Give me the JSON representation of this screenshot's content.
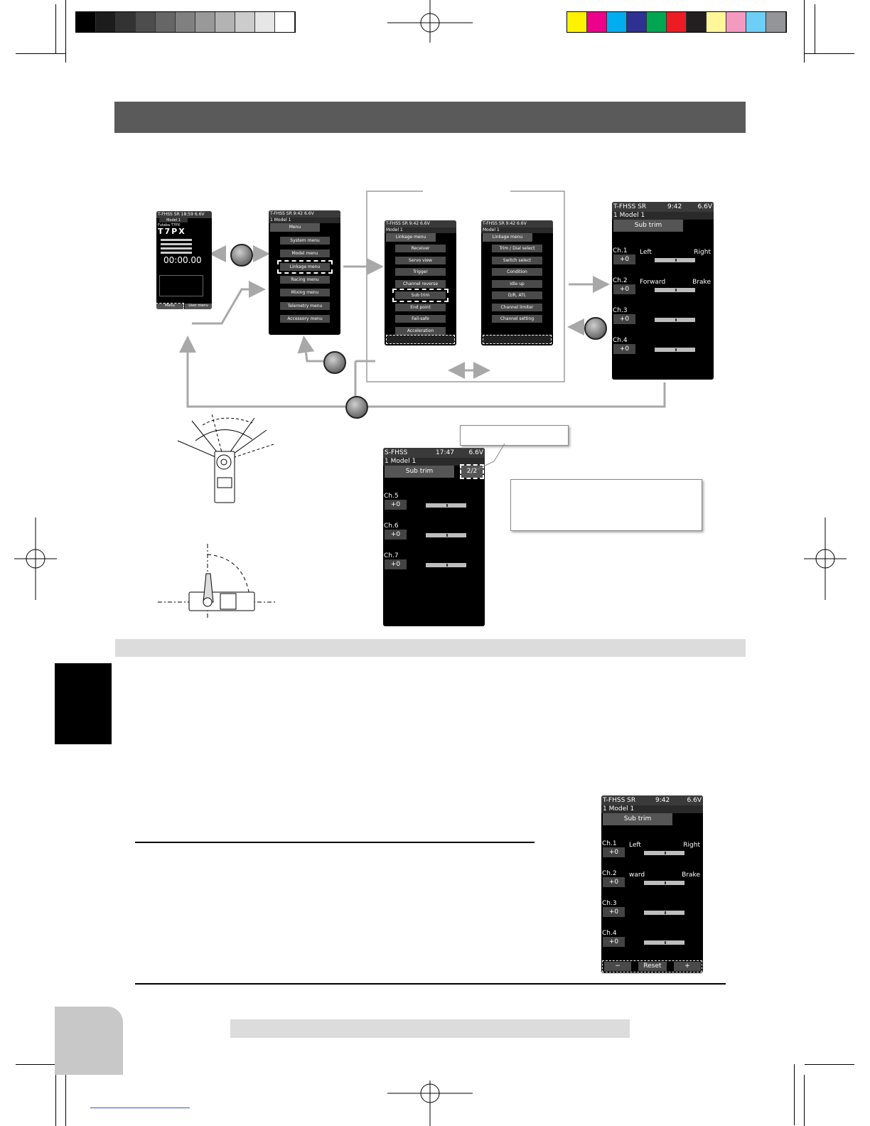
{
  "color_bar": {
    "grays": [
      "#000000",
      "#1c1c1c",
      "#333333",
      "#4d4d4d",
      "#666666",
      "#808080",
      "#999999",
      "#b3b3b3",
      "#cccccc",
      "#e6e6e6",
      "#ffffff"
    ],
    "colors": [
      "#fff200",
      "#ec008c",
      "#00aeef",
      "#2e3192",
      "#00a651",
      "#ed1c24",
      "#231f20",
      "#fff799",
      "#f49ac1",
      "#6dcff6",
      "#939598"
    ]
  },
  "screen_home": {
    "status": "T-FHSS SR  18:59 6.6V",
    "model": "Model 1",
    "brand": "Futaba T7PX",
    "logo": "T7PX",
    "timer": "00:00.00",
    "bottom_left": "Menu",
    "bottom_right": "User menu"
  },
  "screen_menu": {
    "status": "T-FHSS SR   9:42  6.6V",
    "model": "1  Model 1",
    "title": "Menu",
    "items": [
      "System menu",
      "Model menu",
      "Linkage menu",
      "Racing menu",
      "Mixing menu",
      "Telemetry menu",
      "Accessory menu"
    ]
  },
  "screen_linkage1": {
    "status": "T-FHSS SR    9:42  6.6V",
    "model": "Model 1",
    "title": "Linkage menu",
    "items": [
      "Receiver",
      "Servo view",
      "Trigger",
      "Channel reverse",
      "Sub trim",
      "End point",
      "Fail-safe",
      "Acceleration"
    ]
  },
  "screen_linkage2": {
    "status": "T-FHSS SR    9:42  6.6V",
    "model": "Model 1",
    "title": "Linkage menu",
    "items": [
      "Trim / Dial select",
      "Switch select",
      "Condition",
      "Idle up",
      "D/R, ATL",
      "Channel limiter",
      "Channel setting"
    ]
  },
  "screen_subtrim": {
    "status_left": "T-FHSS SR",
    "status_time": "9:42",
    "status_volt": "6.6V",
    "model": "1   Model 1",
    "title": "Sub trim",
    "channels": [
      {
        "label": "Ch.1",
        "value": "+0",
        "left": "Left",
        "right": "Right"
      },
      {
        "label": "Ch.2",
        "value": "+0",
        "left": "Forward",
        "right": "Brake"
      },
      {
        "label": "Ch.3",
        "value": "+0",
        "left": "",
        "right": ""
      },
      {
        "label": "Ch.4",
        "value": "+0",
        "left": "",
        "right": ""
      }
    ]
  },
  "screen_subtrim2": {
    "status_left": "S-FHSS",
    "status_time": "17:47",
    "status_volt": "6.6V",
    "model": "1   Model 1",
    "title": "Sub trim",
    "page": "2/2",
    "channels": [
      {
        "label": "Ch.5",
        "value": "+0"
      },
      {
        "label": "Ch.6",
        "value": "+0"
      },
      {
        "label": "Ch.7",
        "value": "+0"
      }
    ]
  },
  "screen_subtrim3": {
    "status_left": "T-FHSS SR",
    "status_time": "9:42",
    "status_volt": "6.6V",
    "model": "1   Model 1",
    "title": "Sub trim",
    "channels": [
      {
        "label": "Ch.1",
        "value": "+0",
        "left": "Left",
        "right": "Right"
      },
      {
        "label": "Ch.2",
        "value": "+0",
        "left": "ward",
        "right": "Brake"
      },
      {
        "label": "Ch.3",
        "value": "+0",
        "left": "",
        "right": ""
      },
      {
        "label": "Ch.4",
        "value": "+0",
        "left": "",
        "right": ""
      }
    ],
    "buttons": [
      "−",
      "Reset",
      "+"
    ]
  }
}
